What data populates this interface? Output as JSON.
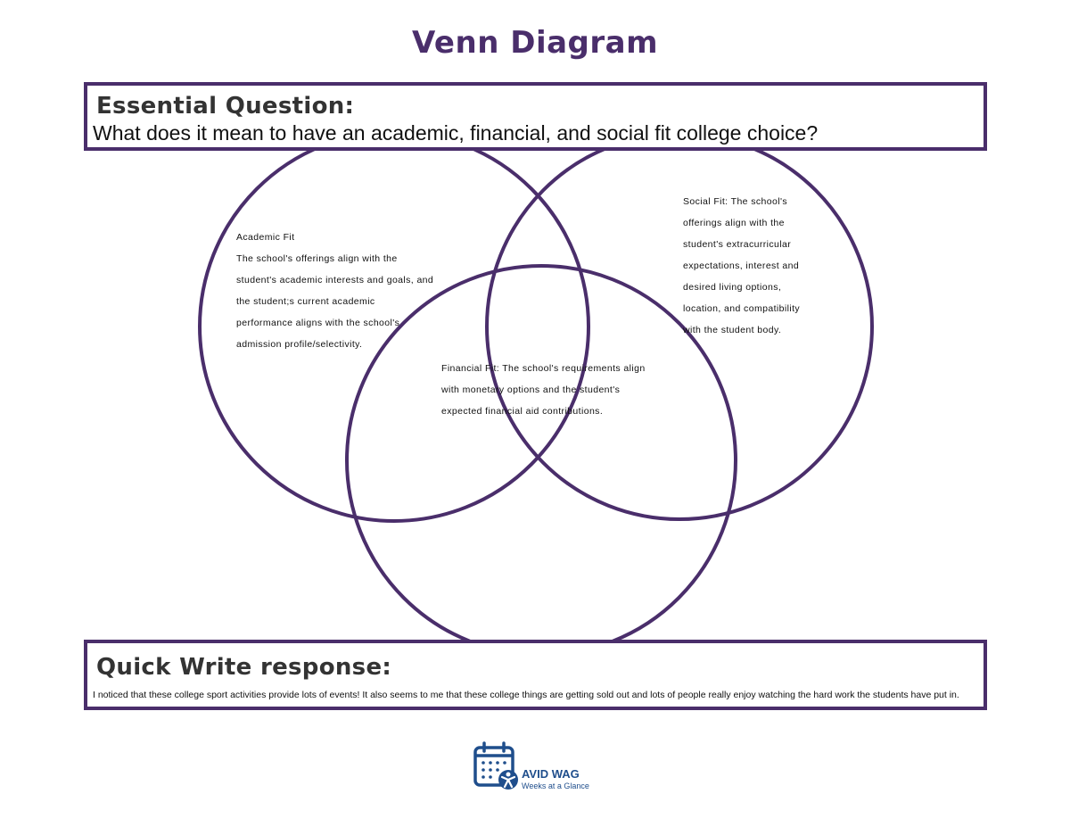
{
  "title": "Venn Diagram",
  "colors": {
    "title": "#4a2e6b",
    "circle_stroke": "#4a2e6b",
    "box_border": "#4a2e6b",
    "logo": "#1f4e8c"
  },
  "essential": {
    "heading": "Essential Question:",
    "question": "What does it mean to have an academic, financial, and social fit college choice?"
  },
  "circles": {
    "academic": {
      "lines": [
        "Academic Fit",
        "The school's offerings align with the",
        "student's academic interests and goals, and",
        "the student;s current academic",
        "performance aligns with the school's",
        "admission profile/selectivity."
      ]
    },
    "social": {
      "lines": [
        "Social Fit: The school's",
        "offerings align with the",
        "student's extracurricular",
        "expectations, interest and",
        "desired living options,",
        "location, and compatibility",
        "with the student body."
      ]
    },
    "financial": {
      "lines": [
        "Financial Fit: The school's requirements align",
        "with monetary options and the student's",
        "expected financial aid contributions."
      ]
    }
  },
  "quick_write": {
    "heading": "Quick Write response:",
    "text": "I noticed that these college sport activities provide lots of events! It also seems to me that these college things are getting sold out and lots of people really enjoy watching the hard work the students have put in."
  },
  "logo": {
    "name": "AVID WAG",
    "tagline": "Weeks at a Glance",
    "icon": "calendar-icon"
  }
}
